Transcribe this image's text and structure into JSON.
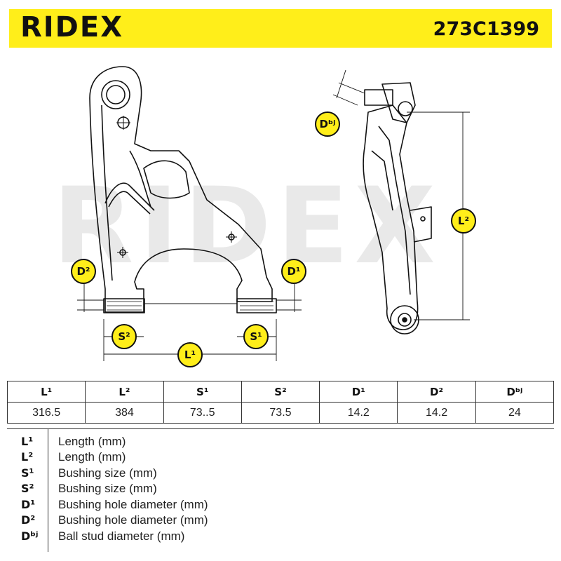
{
  "header": {
    "brand": "RIDEX",
    "part_number": "273C1399"
  },
  "watermark": "RIDEX",
  "badges": {
    "d2": "D²",
    "d1": "D¹",
    "s2": "S²",
    "s1": "S¹",
    "l1": "L¹",
    "l2": "L²",
    "dbj": "Dᵇʲ"
  },
  "table": {
    "headers": [
      "L¹",
      "L²",
      "S¹",
      "S²",
      "D¹",
      "D²",
      "Dᵇʲ"
    ],
    "values": [
      "316.5",
      "384",
      "73..5",
      "73.5",
      "14.2",
      "14.2",
      "24"
    ]
  },
  "legend": [
    {
      "symbol": "L¹",
      "description": "Length (mm)"
    },
    {
      "symbol": "L²",
      "description": "Length (mm)"
    },
    {
      "symbol": "S¹",
      "description": "Bushing size (mm)"
    },
    {
      "symbol": "S²",
      "description": "Bushing size (mm)"
    },
    {
      "symbol": "D¹",
      "description": "Bushing hole diameter (mm)"
    },
    {
      "symbol": "D²",
      "description": "Bushing hole diameter (mm)"
    },
    {
      "symbol": "Dᵇʲ",
      "description": "Ball stud diameter (mm)"
    }
  ],
  "colors": {
    "accent": "#ffee1a",
    "line": "#111111",
    "watermark": "#e9e9e9"
  }
}
